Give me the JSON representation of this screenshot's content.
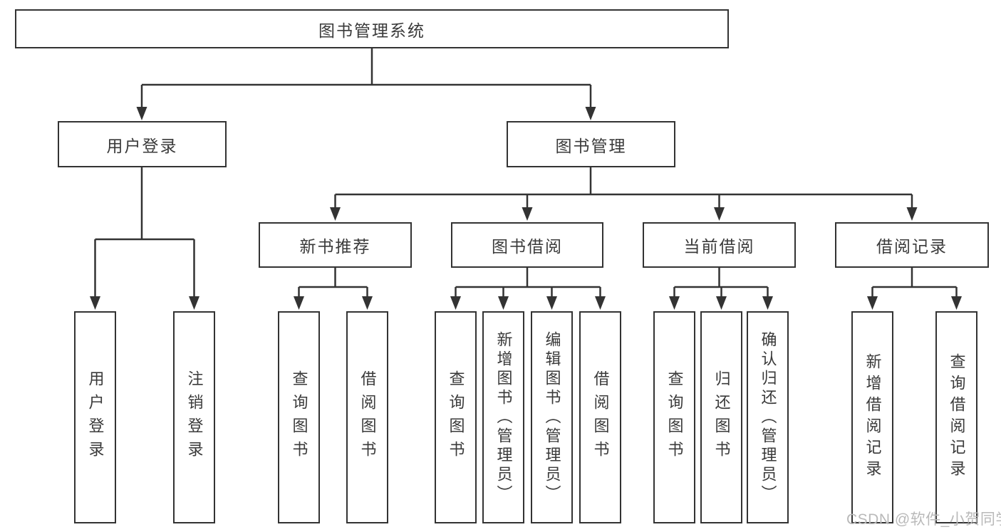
{
  "colors": {
    "line": "#333333",
    "text": "#3a3a3a",
    "box_bg": "#ffffff",
    "watermark": "#b9b9b9"
  },
  "watermark": {
    "text": "CSDN @软件_小贺同学"
  },
  "tree": {
    "root": {
      "label": "图书管理系统",
      "children": [
        {
          "label": "用户登录",
          "children": [
            {
              "label": "用户登录"
            },
            {
              "label": "注销登录"
            }
          ]
        },
        {
          "label": "图书管理",
          "children": [
            {
              "label": "新书推荐",
              "children": [
                {
                  "label": "查询图书"
                },
                {
                  "label": "借阅图书"
                }
              ]
            },
            {
              "label": "图书借阅",
              "children": [
                {
                  "label": "查询图书"
                },
                {
                  "label": "新增图书（管理员）"
                },
                {
                  "label": "编辑图书（管理员）"
                },
                {
                  "label": "借阅图书"
                }
              ]
            },
            {
              "label": "当前借阅",
              "children": [
                {
                  "label": "查询图书"
                },
                {
                  "label": "归还图书"
                },
                {
                  "label": "确认归还（管理员）"
                }
              ]
            },
            {
              "label": "借阅记录",
              "children": [
                {
                  "label": "新增借阅记录"
                },
                {
                  "label": "查询借阅记录"
                }
              ]
            }
          ]
        }
      ]
    }
  }
}
